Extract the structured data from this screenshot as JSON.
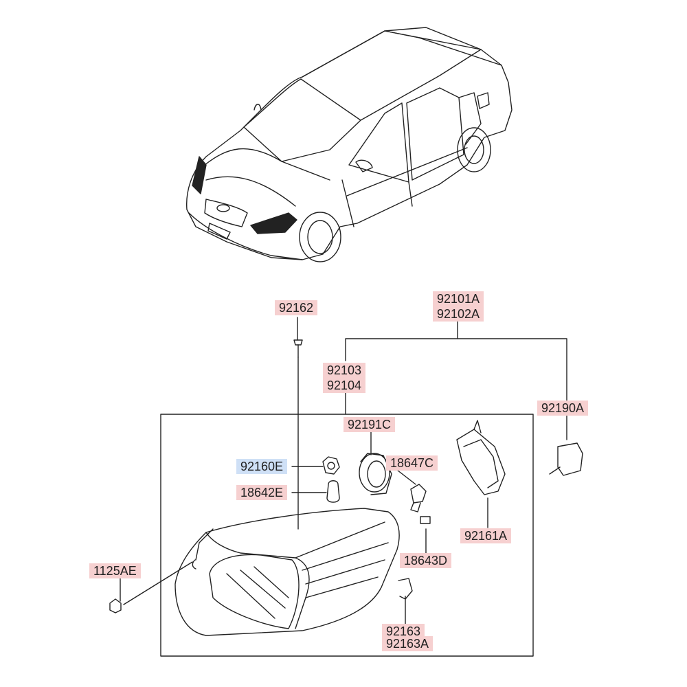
{
  "colors": {
    "part_label_bg": "#f6d0d0",
    "highlight_label_bg": "#cfe0f6",
    "line": "#222222",
    "background": "#ffffff"
  },
  "parts": [
    {
      "id": "p1",
      "number": "92162",
      "highlighted": false
    },
    {
      "id": "p2",
      "number": "92101A",
      "highlighted": false
    },
    {
      "id": "p3",
      "number": "92102A",
      "highlighted": false
    },
    {
      "id": "p4",
      "number": "92103",
      "highlighted": false
    },
    {
      "id": "p5",
      "number": "92104",
      "highlighted": false
    },
    {
      "id": "p6",
      "number": "92190A",
      "highlighted": false
    },
    {
      "id": "p7",
      "number": "92191C",
      "highlighted": false
    },
    {
      "id": "p8",
      "number": "92160E",
      "highlighted": true
    },
    {
      "id": "p9",
      "number": "18647C",
      "highlighted": false
    },
    {
      "id": "p10",
      "number": "18642E",
      "highlighted": false
    },
    {
      "id": "p11",
      "number": "92161A",
      "highlighted": false
    },
    {
      "id": "p12",
      "number": "18643D",
      "highlighted": false
    },
    {
      "id": "p13",
      "number": "1125AE",
      "highlighted": false
    },
    {
      "id": "p14",
      "number": "92163",
      "highlighted": false
    },
    {
      "id": "p15",
      "number": "92163A",
      "highlighted": false
    }
  ]
}
